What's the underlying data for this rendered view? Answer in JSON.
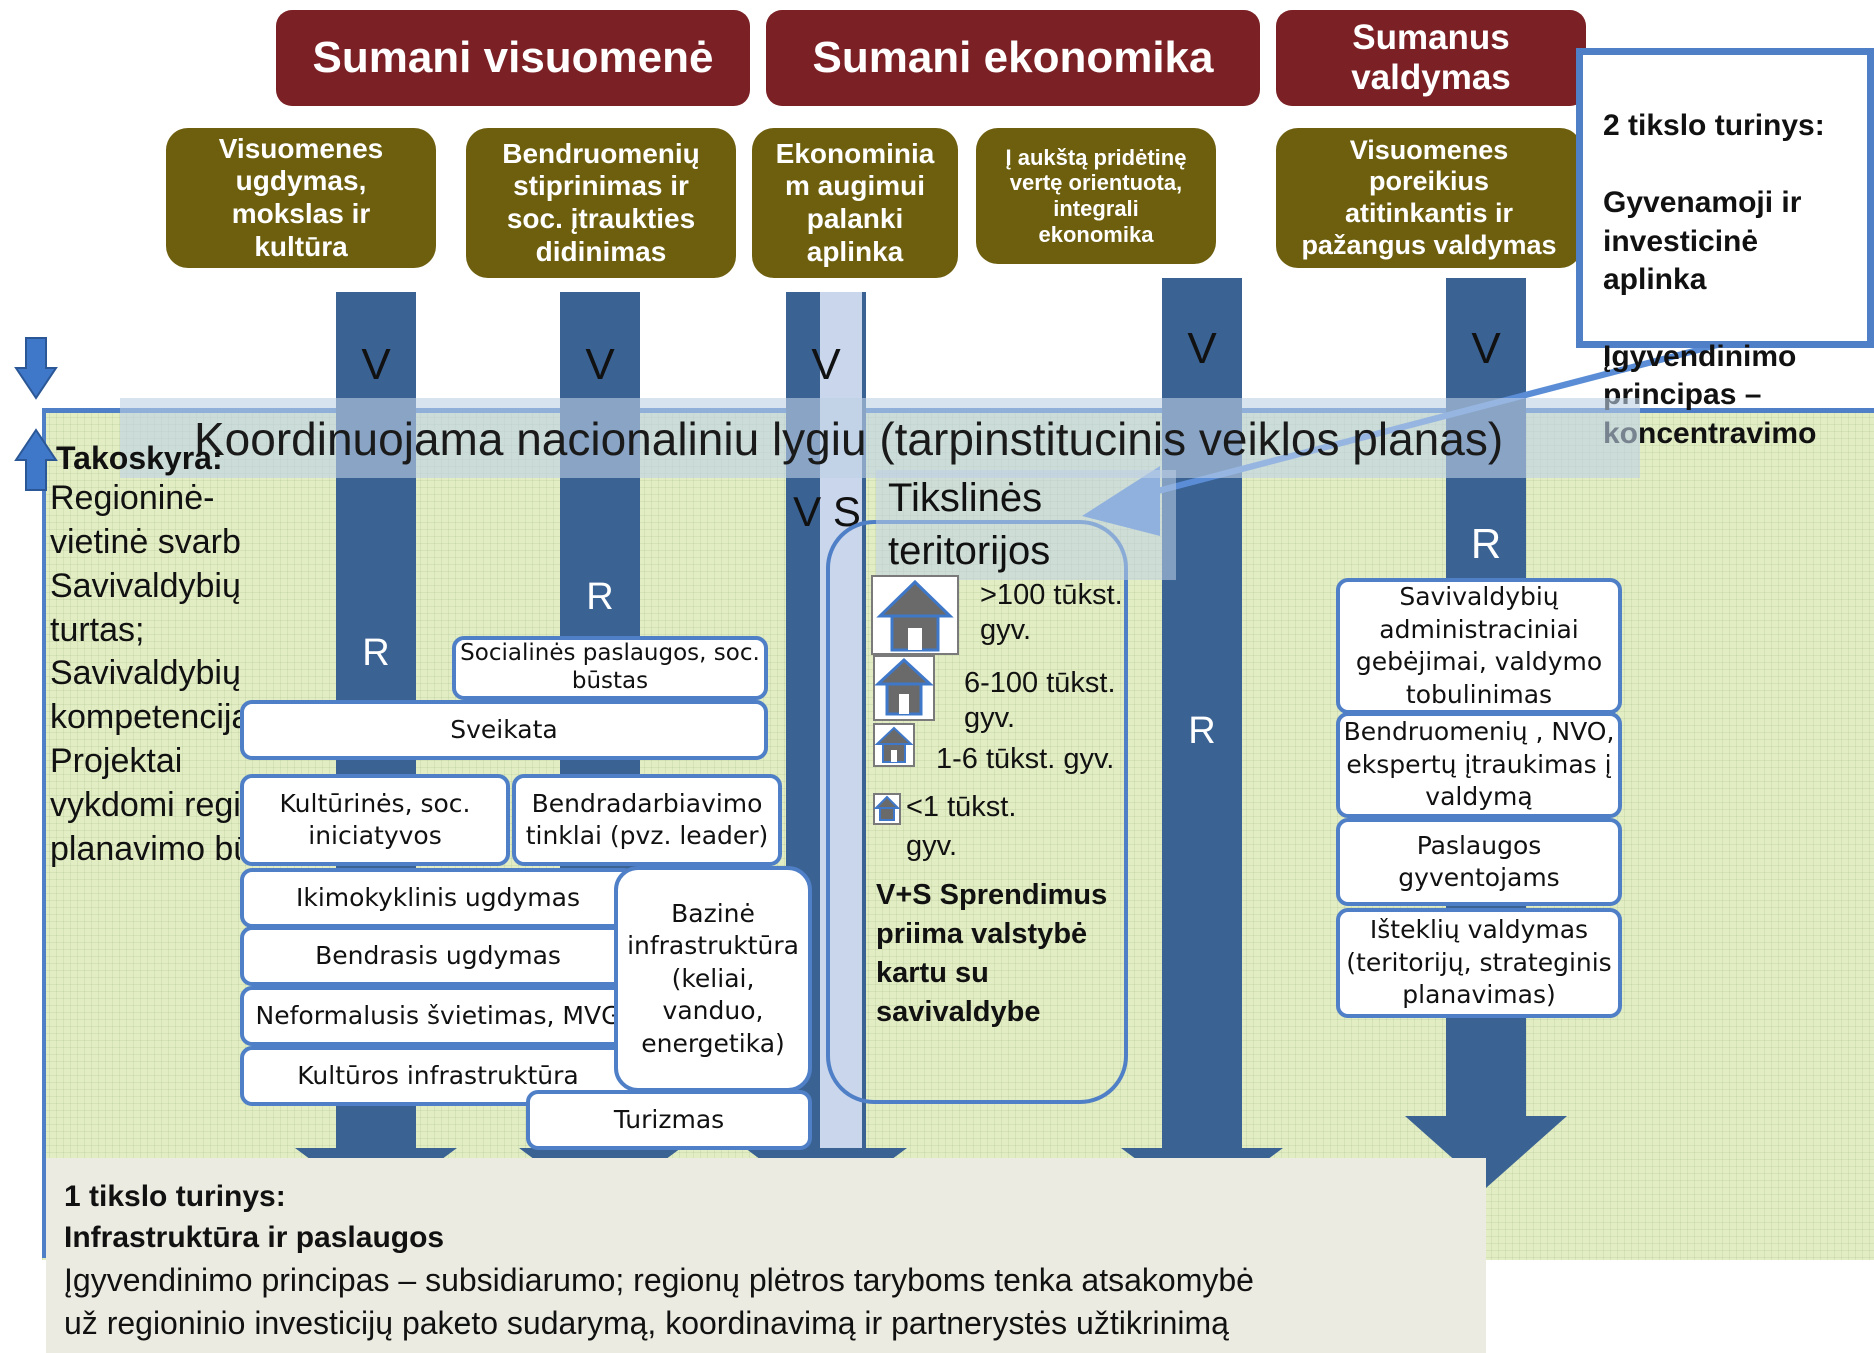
{
  "headers": {
    "society": "Sumani visuomenė",
    "economy": "Sumani ekonomika",
    "governance": "Sumanus\nvaldymas"
  },
  "goals": {
    "g1": "Visuomenes\nugdymas,\nmokslas ir\nkultūra",
    "g2": "Bendruomenių\nstiprinimas ir\nsoc. įtraukties\ndidinimas",
    "g3": "Ekonominia\nm augimui\npalanki\naplinka",
    "g4": "Į aukštą pridėtinę\nvertę orientuota,\nintegrali\nekonomika",
    "g5": "Visuomenes\nporeikius\natitinkantis ir\npažangus valdymas"
  },
  "bar_labels": {
    "v": "V",
    "r": "R",
    "vs": "V S"
  },
  "coordination": "Koordinuojama nacionaliniu lygiu (tarpinstitucinis veiklos planas)",
  "takoskyra": {
    "title": "Takoskyra:",
    "body": "Regioninė-\nvietinė svarba;\nSavivaldybių\nturtas;\nSavivaldybių\nkompetencija;\nProjektai\nvykdomi regiono\nplanavimo būdu"
  },
  "goal2": {
    "line1": "2 tikslo turinys:",
    "line2": "Gyvenamoji ir\ninvesticinė\naplinka",
    "line3": "Įgyvendinimo\nprincipas –\nkoncentravimo"
  },
  "target": {
    "title": "Tikslinės\nteritorijos",
    "sizes": [
      ">100 tūkst.\ngyv.",
      "6-100 tūkst.\ngyv.",
      "1-6 tūkst. gyv.",
      "<1 tūkst.\ngyv."
    ],
    "decision": "V+S Sprendimus\npriima valstybė\nkartu su\nsavivaldybe"
  },
  "service_boxes": {
    "social": "Socialinės paslaugos, soc.\nbūstas",
    "health": "Sveikata",
    "culture_init": "Kultūrinės, soc.\niniciatyvos",
    "coop": "Bendradarbiavimo\ntinklai (pvz. leader)",
    "preschool": "Ikimokyklinis ugdymas",
    "general_edu": "Bendrasis ugdymas",
    "nonformal": "Neformalusis švietimas, MVG",
    "culture_infra": "Kultūros infrastruktūra",
    "basic_infra": "Bazinė\ninfrastruktūra\n(keliai,\nvanduo,\nenergetika)",
    "tourism": "Turizmas"
  },
  "gov_boxes": [
    "Savivaldybių\nadministraciniai\ngebėjimai, valdymo\ntobulinimas",
    "Bendruomenių , NVO,\nekspertų įtraukimas į\nvaldymą",
    "Paslaugos\ngyventojams",
    "Išteklių valdymas\n(teritorijų, strateginis\nplanavimas)"
  ],
  "goal1": {
    "line1": "1 tikslo turinys:",
    "line2": "Infrastruktūra ir paslaugos",
    "line3": "Įgyvendinimo principas – subsidiarumo; regionų plėtros taryboms tenka atsakomybė\nuž regioninio investicijų paketo sudarymą, koordinavimą ir partnerystės užtikrinimą"
  },
  "colors": {
    "header": "#7b2025",
    "goal": "#6d5f0e",
    "bar": "#3a6293",
    "panel": "#e2edc4",
    "box_border": "#4f7fc6"
  }
}
